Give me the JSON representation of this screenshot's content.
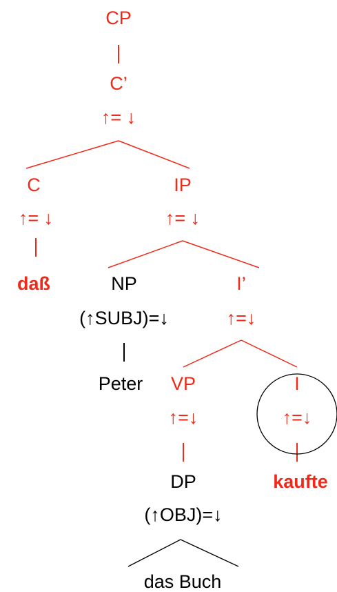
{
  "colors": {
    "annotation": "#ee2a1a",
    "text": "#000000"
  },
  "tree": {
    "cp": {
      "label": "CP"
    },
    "cbar": {
      "label": "C’",
      "eq": "↑= ↓"
    },
    "c": {
      "label": "C",
      "eq": "↑= ↓",
      "word": "daß"
    },
    "ip": {
      "label": "IP",
      "eq": "↑= ↓"
    },
    "np": {
      "label": "NP",
      "eq": "(↑SUBJ)=↓",
      "word": "Peter"
    },
    "ibar": {
      "label": "I’",
      "eq": "↑=↓"
    },
    "vp": {
      "label": "VP",
      "eq": "↑=↓"
    },
    "i": {
      "label": "I",
      "eq": "↑=↓",
      "word": "kaufte"
    },
    "dp": {
      "label": "DP",
      "eq": "(↑OBJ)=↓",
      "word": "das Buch"
    }
  }
}
